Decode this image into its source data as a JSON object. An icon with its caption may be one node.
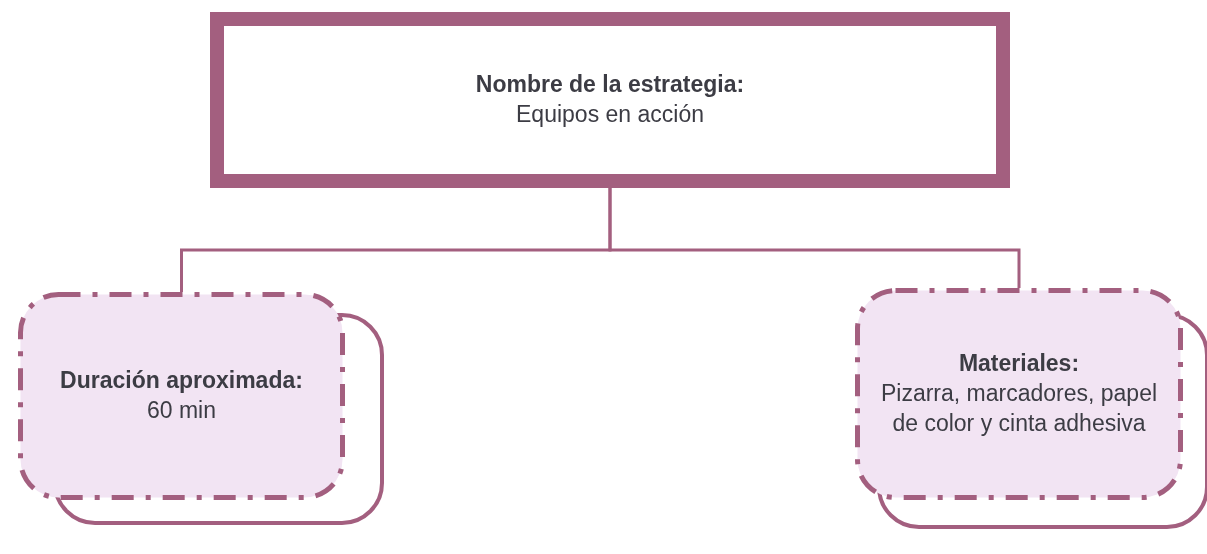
{
  "diagram": {
    "nodes": [
      {
        "text": [
          "Nombre de la estrategia:",
          "Equipos en acción"
        ]
      },
      {
        "text": [
          "Duración aproximada:",
          "60 min"
        ]
      },
      {
        "text": [
          "Materiales:",
          "Pizarra, marcadores, papel de color y cinta adhesiva"
        ]
      }
    ],
    "edges": [
      {
        "from": 0,
        "to": 1,
        "arrow": "none"
      },
      {
        "from": 0,
        "to": 2,
        "arrow": "none"
      }
    ]
  }
}
